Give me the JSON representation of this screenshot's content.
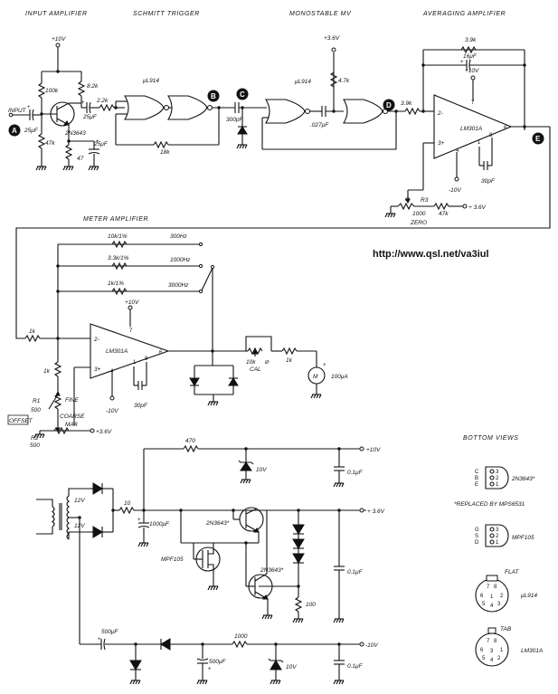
{
  "sections": {
    "input_amp": "INPUT AMPLIFIER",
    "schmitt": "SCHMITT TRIGGER",
    "mono": "MONOSTABLE MV",
    "avg": "AVERAGING AMPLIFIER",
    "meter": "METER AMPLIFIER",
    "bottom_views": "BOTTOM VIEWS"
  },
  "url": "http://www.qsl.net/va3iul",
  "nodes": [
    "A",
    "B",
    "C",
    "D",
    "E"
  ],
  "labels": {
    "input": "INPUT",
    "v10_a": "+10V",
    "v10_b": "+10V",
    "v10_c": "+10V",
    "v36_a": "+3.6V",
    "v36_b": "+ 3.6V",
    "v36_c": "+3.6V",
    "vneg10_a": "-10V",
    "vneg10_b": "-10V",
    "r100k": "100k",
    "r47k": "47k",
    "r82k": "8.2k",
    "r22k": "2.2k",
    "r47": "47",
    "c25_a": "25μF",
    "c25_b": "25μF",
    "c25_c": "25μF",
    "q1": "2N3643",
    "ic1": "μL914",
    "ic2": "μL914",
    "r18k": "18k",
    "c300": "300pF",
    "r47k2": "4.7k",
    "c027": ".027μF",
    "r39k_in": "3.9k",
    "r39k_fb": "3.9k",
    "c16": "16μF",
    "lm301_a": "LM301A",
    "lm301_b": "LM301A",
    "c30_a": "30pF",
    "c30_b": "30pF",
    "r3": "R3",
    "r3v": "1000",
    "r47kz": "47k",
    "zero": "ZERO",
    "r10k": "10k/1%",
    "r33k": "3.3k/1%",
    "r1k1": "1k/1%",
    "f300": "300Hz",
    "f1000": "1000Hz",
    "f3000": "3000Hz",
    "r1k_in": "1k",
    "r1k_g": "1k",
    "r1k_m": "1k",
    "r1": "R1",
    "r1v": "500",
    "fine": "FINE",
    "r2": "R2",
    "r2v": "500",
    "coarse": "COARSE",
    "max": "MAX",
    "offset": "OFFSET",
    "cal": "CAL",
    "cal10k": "10k",
    "meter_m": "M",
    "meter_v": "100μA",
    "ps_12a": "12V",
    "ps_12b": "12V",
    "ps_r10": "10",
    "ps_r470": "470",
    "ps_z10a": "10V",
    "ps_z10b": "10V",
    "ps_c1000": "1000μF",
    "ps_c01a": "0.1μF",
    "ps_c01b": "0.1μF",
    "ps_c01c": "0.1μF",
    "ps_q1": "2N3643*",
    "ps_q2": "2N3643*",
    "ps_fet": "MPF105",
    "ps_r100": "100",
    "ps_c500a": "500μF",
    "ps_c500b": "500μF",
    "ps_r1000": "1000",
    "ps_v10": "+10V",
    "ps_v36": "+ 3.6V",
    "ps_vm10": "-10V",
    "bv_2n": "2N3643*",
    "bv_cbe": "C B E",
    "bv_321a": "3 2 1",
    "bv_rep": "*REPLACED BY MPS6531",
    "bv_mpf": "MPF105",
    "bv_gsd": "G S D",
    "bv_321b": "3 2 1",
    "bv_flat": "FLAT",
    "bv_ul": "μL914",
    "bv_tab": "TAB",
    "bv_lm": "LM301A"
  }
}
